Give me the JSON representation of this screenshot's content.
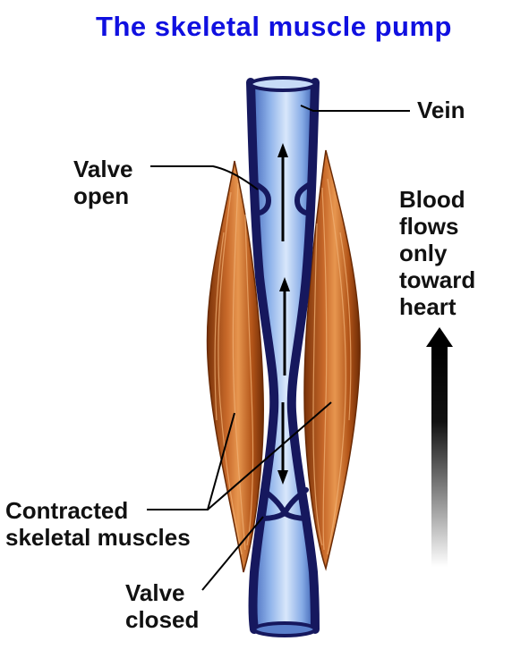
{
  "title": "The skeletal muscle pump",
  "labels": {
    "vein": "Vein",
    "valve_open": [
      "Valve",
      "open"
    ],
    "blood_flow": [
      "Blood",
      "flows",
      "only",
      "toward",
      "heart"
    ],
    "contracted_muscles": [
      "Contracted",
      "skeletal muscles"
    ],
    "valve_closed": [
      "Valve",
      "closed"
    ]
  },
  "colors": {
    "title": "#1010e0",
    "vein_wall": "#16185e",
    "vein_lumen": "#7fa6e4",
    "muscle": "#b8581c",
    "muscle_fiber": "#e9a25e",
    "arrow": "#000000"
  }
}
